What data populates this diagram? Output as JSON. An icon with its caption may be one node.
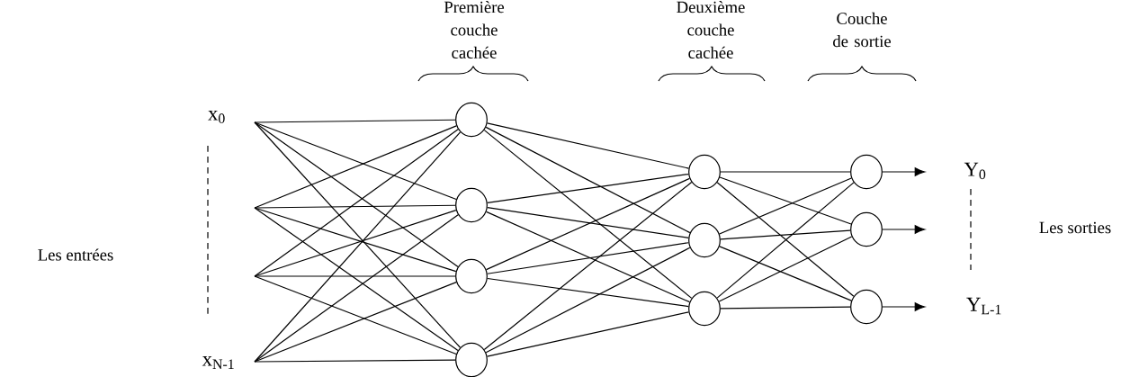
{
  "diagram": {
    "nodes": [
      {
        "text": [],
        "shape": "circle"
      },
      {
        "text": [],
        "shape": "circle"
      },
      {
        "text": [],
        "shape": "circle"
      },
      {
        "text": [],
        "shape": "circle"
      },
      {
        "text": [],
        "shape": "circle"
      },
      {
        "text": [],
        "shape": "circle"
      },
      {
        "text": [],
        "shape": "circle"
      },
      {
        "text": [],
        "shape": "circle"
      },
      {
        "text": [],
        "shape": "circle"
      },
      {
        "text": [],
        "shape": "circle"
      }
    ],
    "edges": [
      {
        "from": null,
        "to": 0,
        "arrow": "none"
      },
      {
        "from": null,
        "to": 1,
        "arrow": "none"
      },
      {
        "from": null,
        "to": 2,
        "arrow": "none"
      },
      {
        "from": null,
        "to": 3,
        "arrow": "none"
      },
      {
        "from": null,
        "to": 0,
        "arrow": "none"
      },
      {
        "from": null,
        "to": 1,
        "arrow": "none"
      },
      {
        "from": null,
        "to": 2,
        "arrow": "none"
      },
      {
        "from": null,
        "to": 3,
        "arrow": "none"
      },
      {
        "from": null,
        "to": 0,
        "arrow": "none"
      },
      {
        "from": null,
        "to": 1,
        "arrow": "none"
      },
      {
        "from": null,
        "to": 2,
        "arrow": "none"
      },
      {
        "from": null,
        "to": 3,
        "arrow": "none"
      },
      {
        "from": null,
        "to": 0,
        "arrow": "none"
      },
      {
        "from": null,
        "to": 1,
        "arrow": "none"
      },
      {
        "from": null,
        "to": 2,
        "arrow": "none"
      },
      {
        "from": null,
        "to": 3,
        "arrow": "none"
      },
      {
        "from": 0,
        "to": 4,
        "arrow": "none"
      },
      {
        "from": 0,
        "to": 5,
        "arrow": "none"
      },
      {
        "from": 0,
        "to": 6,
        "arrow": "none"
      },
      {
        "from": 1,
        "to": 4,
        "arrow": "none"
      },
      {
        "from": 1,
        "to": 5,
        "arrow": "none"
      },
      {
        "from": 1,
        "to": 6,
        "arrow": "none"
      },
      {
        "from": 2,
        "to": 4,
        "arrow": "none"
      },
      {
        "from": 2,
        "to": 5,
        "arrow": "none"
      },
      {
        "from": 2,
        "to": 6,
        "arrow": "none"
      },
      {
        "from": 3,
        "to": 4,
        "arrow": "none"
      },
      {
        "from": 3,
        "to": 5,
        "arrow": "none"
      },
      {
        "from": 3,
        "to": 6,
        "arrow": "none"
      },
      {
        "from": 4,
        "to": 7,
        "arrow": "none"
      },
      {
        "from": 4,
        "to": 8,
        "arrow": "none"
      },
      {
        "from": 4,
        "to": 9,
        "arrow": "none"
      },
      {
        "from": 5,
        "to": 7,
        "arrow": "none"
      },
      {
        "from": 5,
        "to": 8,
        "arrow": "none"
      },
      {
        "from": 5,
        "to": 9,
        "arrow": "none"
      },
      {
        "from": 6,
        "to": 7,
        "arrow": "none"
      },
      {
        "from": 6,
        "to": 8,
        "arrow": "none"
      },
      {
        "from": 6,
        "to": 9,
        "arrow": "none"
      },
      {
        "from": 7,
        "to": null,
        "arrow": "to"
      },
      {
        "from": 8,
        "to": null,
        "arrow": "to"
      },
      {
        "from": 9,
        "to": null,
        "arrow": "to"
      }
    ],
    "labels": [
      "Première couche cachée",
      "Deuxième couche cachée",
      "Couche de sortie",
      "x$_{0}$",
      "Y$_{0}$",
      "Les sorties",
      "Les entrées",
      "Y$_{L-1}$",
      "x$_{N-1}$"
    ]
  }
}
